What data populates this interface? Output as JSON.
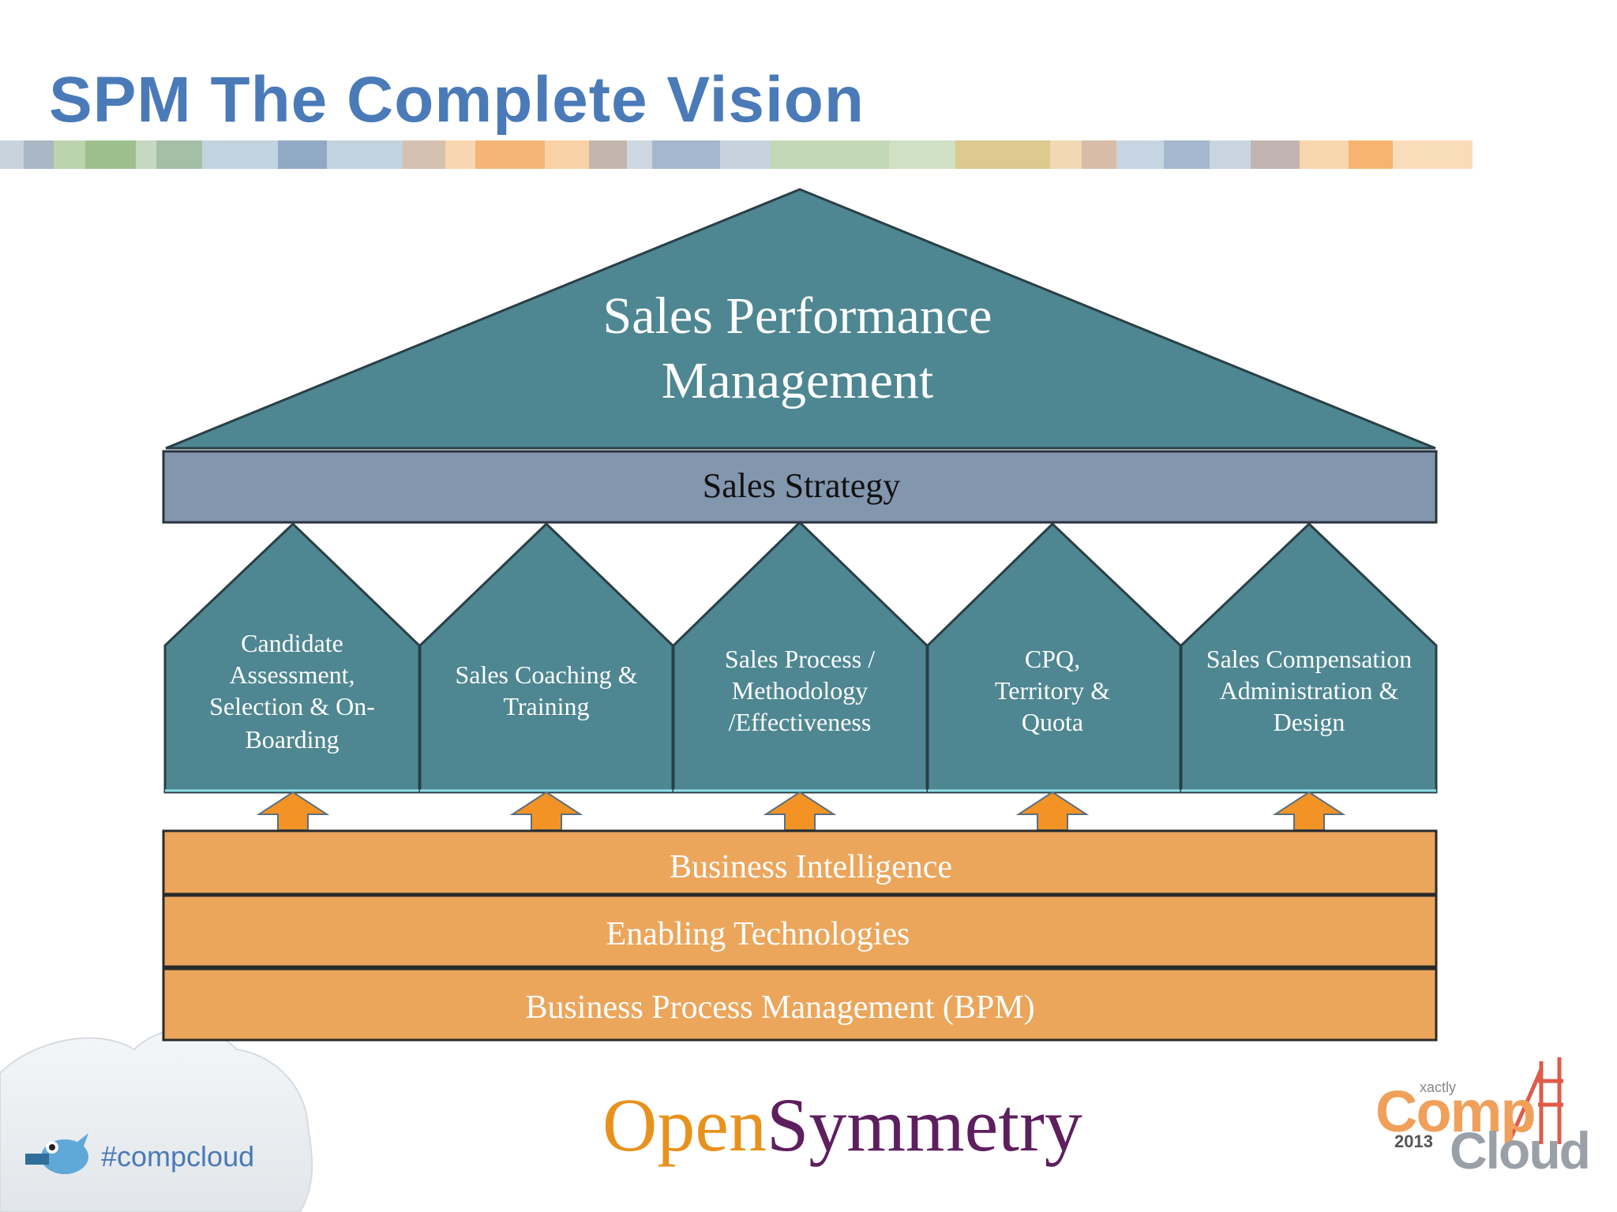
{
  "slide": {
    "title": "SPM The Complete Vision",
    "hashtag": "#compcloud"
  },
  "colors": {
    "title": "#4a7ab8",
    "teal": "#4e8792",
    "strategy_bar": "#8296ad",
    "orange": "#eba65c",
    "arrow": "#f39325"
  },
  "diagram": {
    "roof": "Sales Performance Management",
    "roof_lines": [
      "Sales Performance",
      "Management"
    ],
    "strategy": "Sales Strategy",
    "pillars": [
      {
        "name": "Candidate Assessment, Selection & On-Boarding",
        "lines": [
          "Candidate",
          "Assessment,",
          "Selection & On-",
          "Boarding"
        ]
      },
      {
        "name": "Sales Coaching & Training",
        "lines": [
          "Sales Coaching &",
          "Training"
        ]
      },
      {
        "name": "Sales Process / Methodology /Effectiveness",
        "lines": [
          "Sales Process /",
          "Methodology",
          "/Effectiveness"
        ]
      },
      {
        "name": "CPQ, Territory & Quota",
        "lines": [
          "CPQ,",
          "Territory &",
          "Quota"
        ]
      },
      {
        "name": "Sales Compensation Administration & Design",
        "lines": [
          "Sales Compensation",
          "Administration &",
          "Design"
        ]
      }
    ],
    "foundation": [
      "Business Intelligence",
      "Enabling Technologies",
      "Business Process Management (BPM)"
    ]
  },
  "logos": {
    "opensymmetry_part1": "Open",
    "opensymmetry_part2": "Symmetry",
    "compcloud_xactly": "xactly",
    "compcloud_comp": "Comp",
    "compcloud_year": "2013",
    "compcloud_cloud": "Cloud"
  }
}
